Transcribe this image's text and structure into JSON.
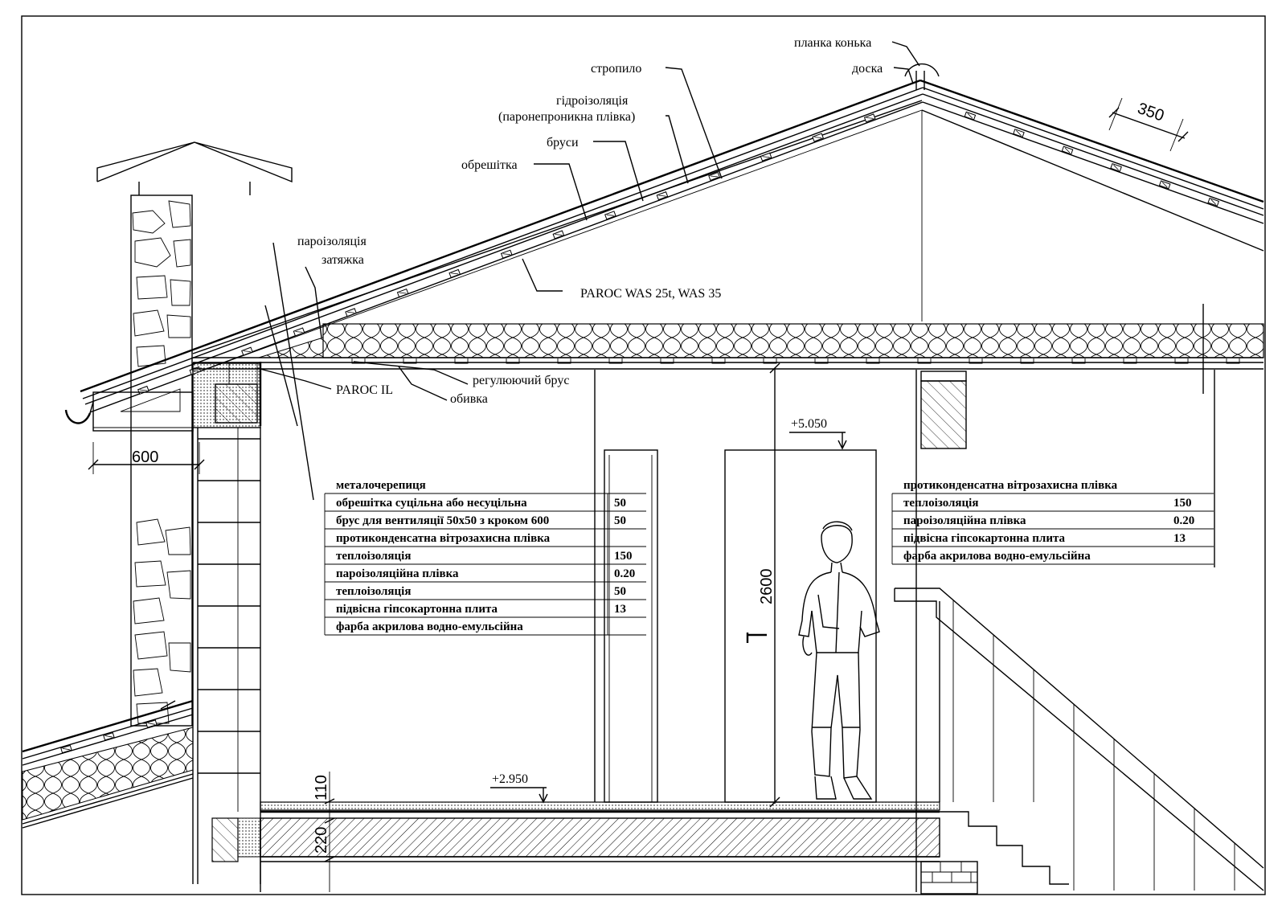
{
  "labels": {
    "ridge_strip": "планка конька",
    "board": "доска",
    "rafter": "стропило",
    "waterproofing": "гідроізоляція",
    "waterproofing_note": "(паронепроникна плівка)",
    "battens": "бруси",
    "lathing": "обрешітка",
    "vapor_barrier": "пароізоляція",
    "tie_beam": "затяжка",
    "paroc_was": "PAROC WAS 25t, WAS 35",
    "paroc_il": "PAROC IL",
    "adjusting_bar": "регулюючий брус",
    "cladding": "обивка"
  },
  "dimensions": {
    "rafter_spacing": "350",
    "eave_overhang": "600",
    "ceiling_level": "+5.050",
    "floor_level": "+2.950",
    "room_height": "2600",
    "slab_thickness": "220",
    "floor_thickness": "110"
  },
  "roof_table": [
    {
      "name": "металочерепиця",
      "value": ""
    },
    {
      "name": "обрешітка суцільна або несуцільна",
      "value": "50"
    },
    {
      "name": "брус для вентиляції 50х50 з кроком 600",
      "value": "50"
    },
    {
      "name": "протиконденсатна вітрозахисна плівка",
      "value": ""
    },
    {
      "name": "теплоізоляція",
      "value": "150"
    },
    {
      "name": "пароізоляційна плівка",
      "value": "0.20"
    },
    {
      "name": "теплоізоляція",
      "value": "50"
    },
    {
      "name": "підвісна гіпсокартонна плита",
      "value": "13"
    },
    {
      "name": "фарба акрилова водно-емульсійна",
      "value": ""
    }
  ],
  "ceiling_table": [
    {
      "name": "протиконденсатна вітрозахисна плівка",
      "value": ""
    },
    {
      "name": "теплоізоляція",
      "value": "150"
    },
    {
      "name": "пароізоляційна плівка",
      "value": "0.20"
    },
    {
      "name": "підвісна гіпсокартонна плита",
      "value": "13"
    },
    {
      "name": "фарба акрилова водно-емульсійна",
      "value": ""
    }
  ]
}
